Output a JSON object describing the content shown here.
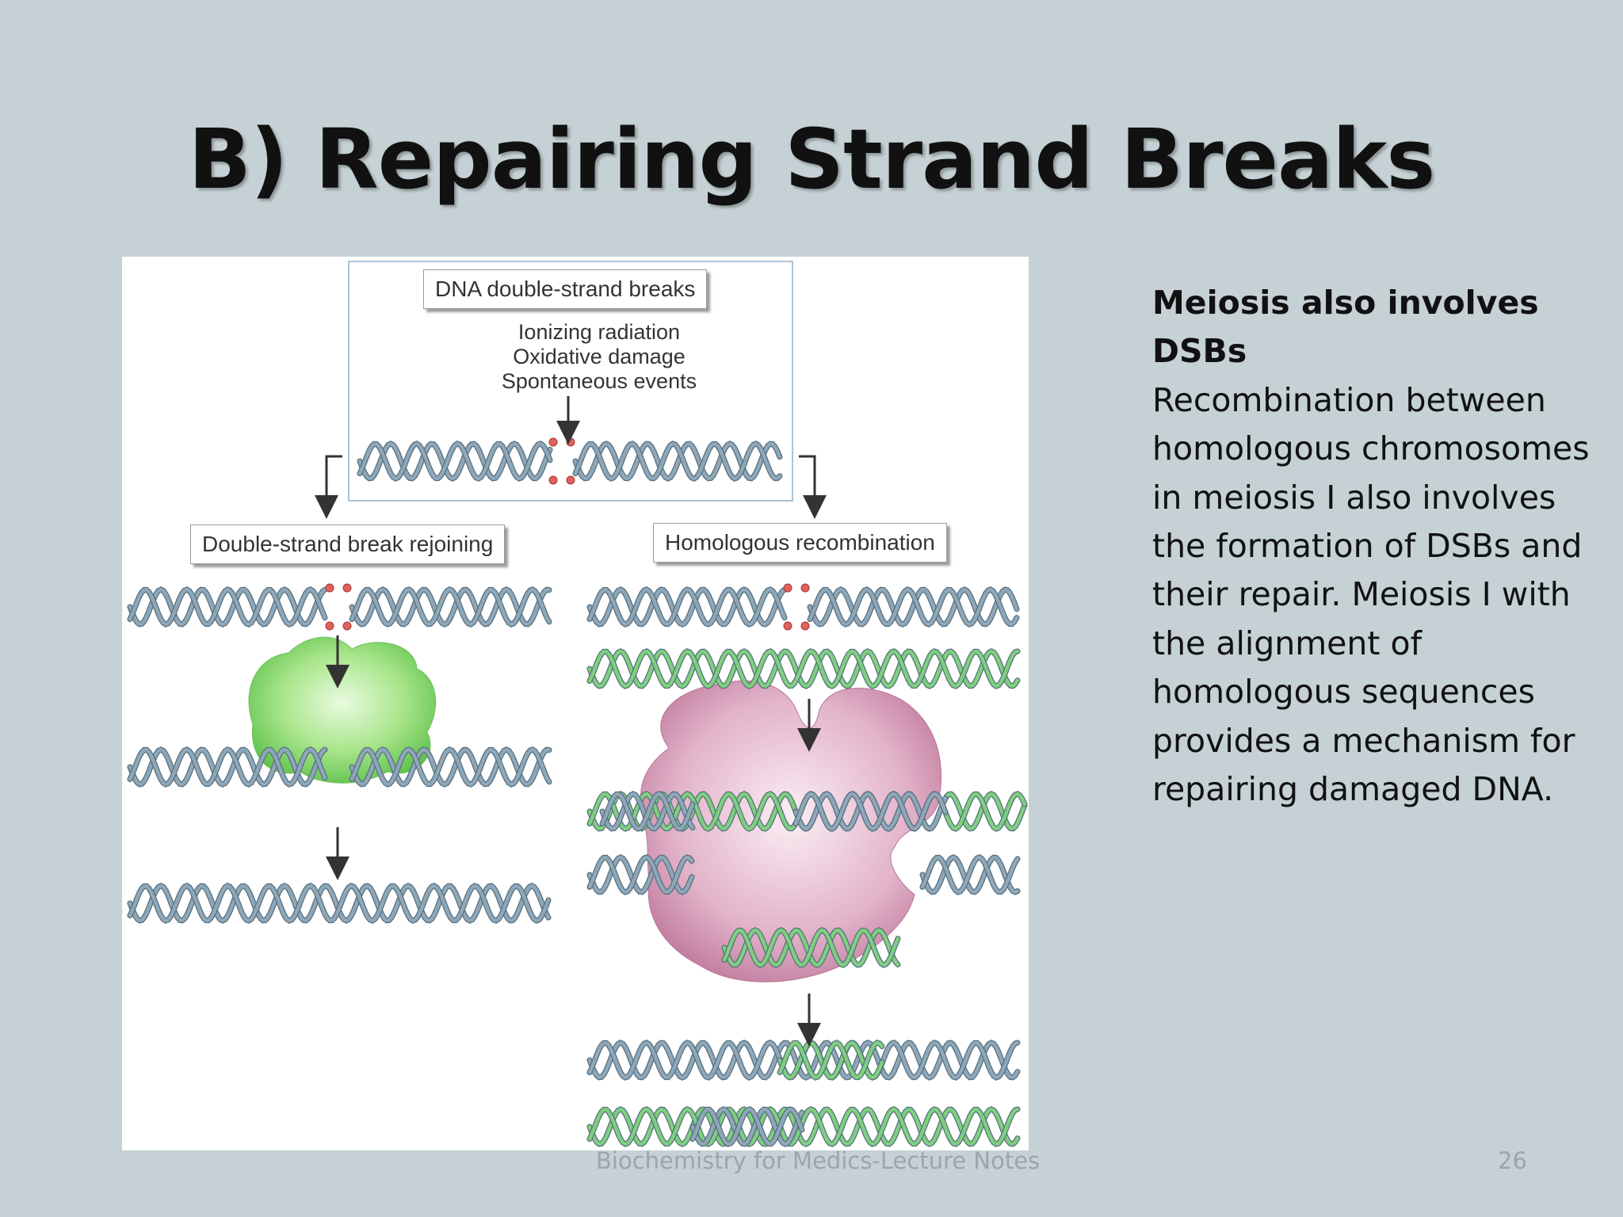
{
  "slide": {
    "title": "B) Repairing Strand Breaks",
    "footer": "Biochemistry for Medics-Lecture Notes",
    "page_number": "26"
  },
  "figure": {
    "top_box_label": "DNA double-strand breaks",
    "causes": [
      "Ionizing radiation",
      "Oxidative damage",
      "Spontaneous events"
    ],
    "left_pathway_label": "Double-strand break rejoining",
    "right_pathway_label": "Homologous recombination"
  },
  "side_text": {
    "heading": "Meiosis also involves DSBs",
    "body": "Recombination between homologous chromosomes in meiosis I also involves the formation of DSBs and their repair. Meiosis I with the alignment of homologous sequences provides a mechanism for repairing damaged DNA."
  },
  "colors": {
    "background": "#c5d1d4",
    "dna_blue": "#8fa7b8",
    "dna_green": "#7fcf7f",
    "break_marker": "#e0625e",
    "repair_protein_green": "#8fd86f",
    "recombination_protein_pink": "#d08fae"
  },
  "icons": [
    "down-arrow-icon",
    "dna-helix-icon",
    "break-site-icon",
    "repair-protein-icon",
    "recombinase-protein-icon"
  ]
}
